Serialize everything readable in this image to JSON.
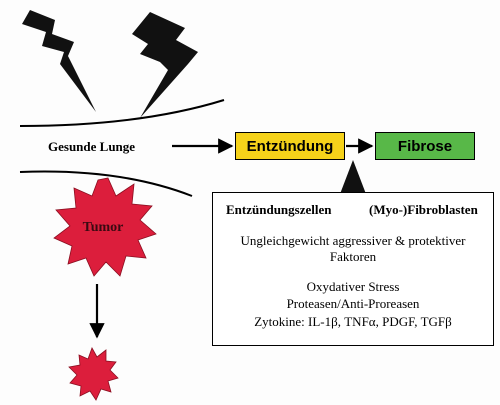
{
  "lung": {
    "label": "Gesunde Lunge"
  },
  "flow": {
    "inflammation": "Entzündung",
    "fibrosis": "Fibrose"
  },
  "details": {
    "heading_cells": "Entzündungszellen",
    "heading_fibroblasts": "(Myo-)Fibroblasten",
    "imbalance_line1": "Ungleichgewicht aggressiver & protektiver",
    "imbalance_line2": "Faktoren",
    "stress": "Oxydativer Stress",
    "proteases": "Proteasen/Anti-Proreasen",
    "cytokines": "Zytokine: IL-1β, TNFα, PDGF, TGFβ"
  },
  "tumor": {
    "label": "Tumor"
  },
  "colors": {
    "inflammation_fill": "#f5d21a",
    "fibrosis_fill": "#58b848",
    "tumor_fill": "#dc1e3c",
    "bolt_fill": "#111111"
  },
  "icons": [
    "lightning-bolt-icon",
    "tumor-star-icon",
    "arrow-icon"
  ]
}
